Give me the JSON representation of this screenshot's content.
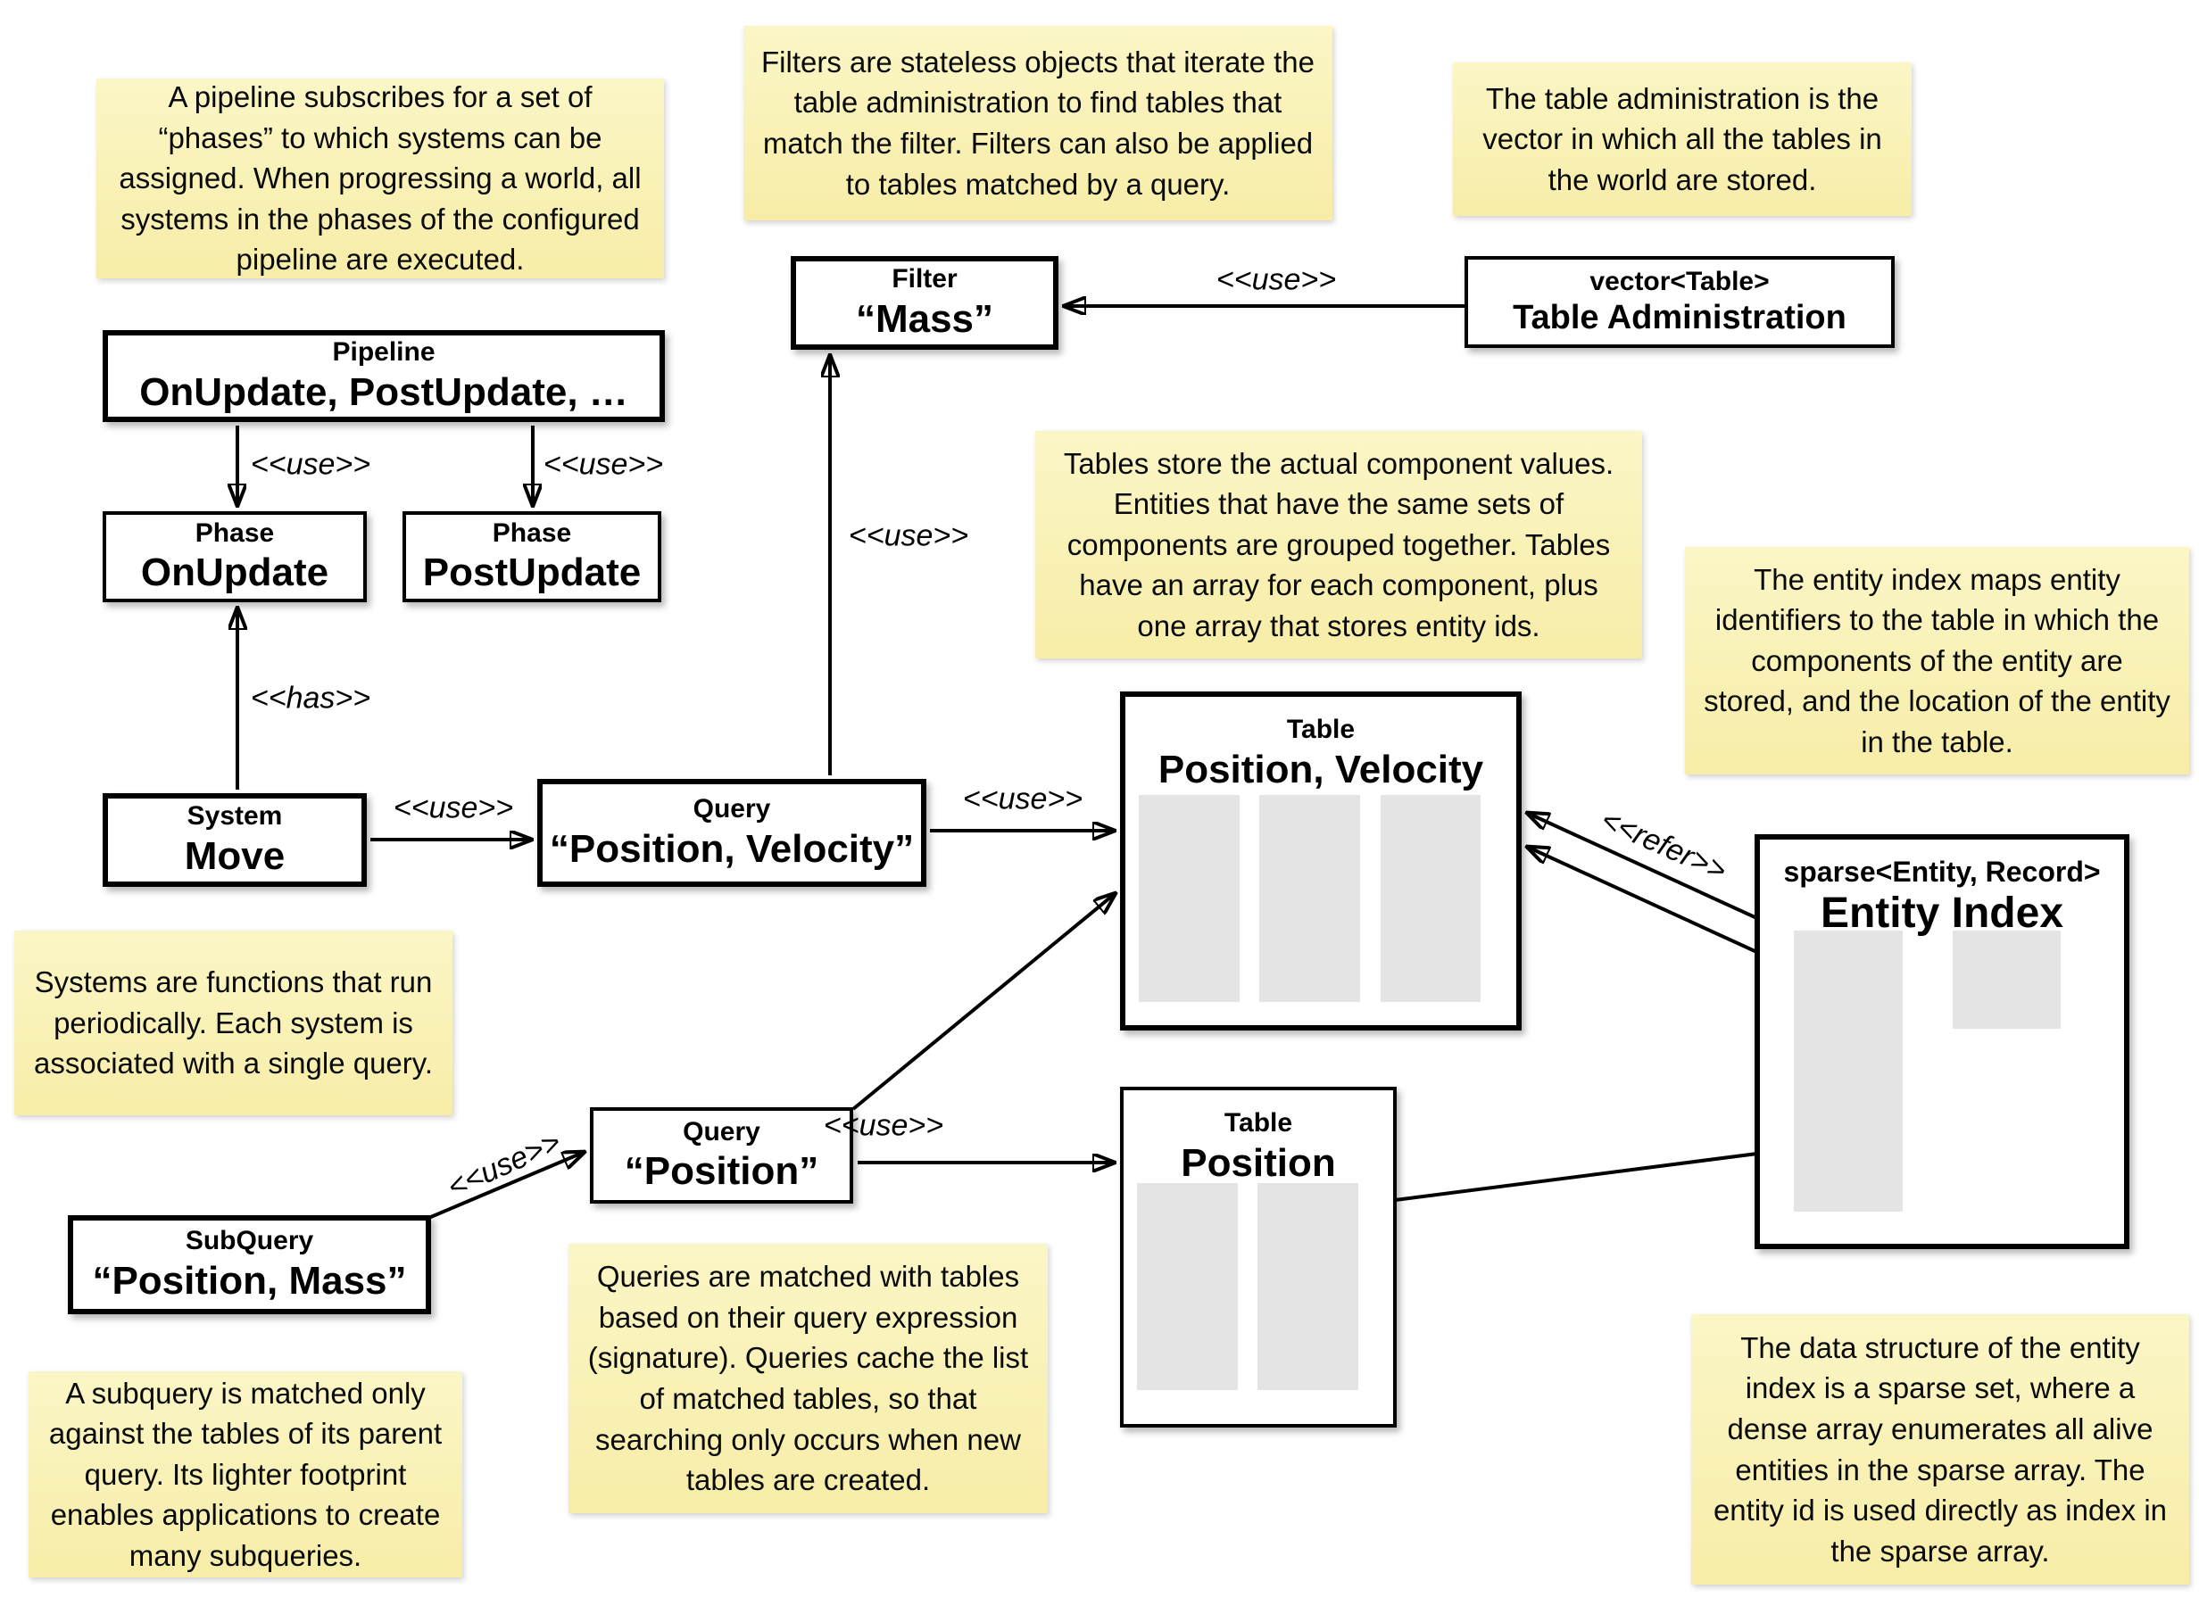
{
  "stereotypes": {
    "use": "<<use>>",
    "has": "<<has>>",
    "refer": "<<refer>>"
  },
  "boxes": {
    "pipeline": {
      "kind": "Pipeline",
      "name": "OnUpdate, PostUpdate, …"
    },
    "phase_onupdate": {
      "kind": "Phase",
      "name": "OnUpdate"
    },
    "phase_postupdate": {
      "kind": "Phase",
      "name": "PostUpdate"
    },
    "system_move": {
      "kind": "System",
      "name": "Move"
    },
    "query_pv": {
      "kind": "Query",
      "name": "“Position, Velocity”"
    },
    "query_pos": {
      "kind": "Query",
      "name": "“Position”"
    },
    "subquery": {
      "kind": "SubQuery",
      "name": "“Position, Mass”"
    },
    "filter_mass": {
      "kind": "Filter",
      "name": "“Mass”"
    },
    "table_admin": {
      "kind": "vector<Table>",
      "name": "Table Administration"
    },
    "table_pv": {
      "kind": "Table",
      "name": "Position, Velocity"
    },
    "table_pos": {
      "kind": "Table",
      "name": "Position"
    },
    "entity_index": {
      "kind": "sparse<Entity, Record>",
      "name": "Entity Index"
    }
  },
  "notes": {
    "pipeline": "A pipeline subscribes for a set of “phases” to which systems can be assigned. When progressing a world, all systems in the phases of the configured pipeline are executed.",
    "filters": "Filters are stateless objects that iterate the table administration to find tables that match the filter. Filters can also be applied to tables matched by a query.",
    "table_admin": "The table administration is the vector in which all the tables in the world are stored.",
    "tables": "Tables store the actual component values. Entities that have the same sets of components are grouped together. Tables have an array for each component, plus one array that stores entity ids.",
    "entity_index": "The entity index maps entity identifiers to the table in which the components of the entity are stored, and the location of the entity in the table.",
    "systems": "Systems are functions that run periodically. Each system is associated with a single query.",
    "queries": "Queries are matched with tables based on their query expression (signature). Queries cache the list of matched tables, so that searching only occurs when new tables are created.",
    "subquery": "A subquery is matched only against the tables of its parent query. Its lighter footprint enables applications to create many subqueries.",
    "sparse_set": "The data structure of the entity index is a sparse set, where a dense array enumerates all alive entities in the sparse array. The entity id is used directly as index in the sparse array."
  },
  "colors": {
    "note_bg": "#f8efad",
    "box_border": "#000000",
    "array_fill": "#e4e4e4",
    "background": "#ffffff"
  }
}
